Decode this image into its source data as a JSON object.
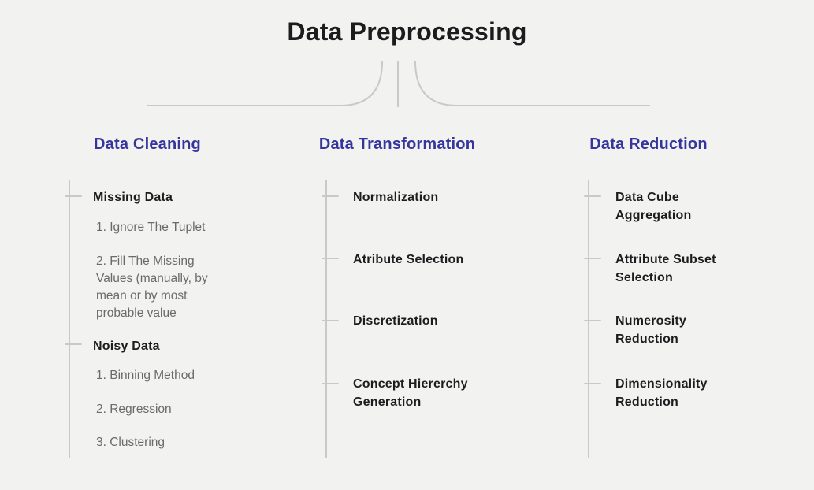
{
  "title": "Data Preprocessing",
  "colors": {
    "background": "#f2f2f1",
    "accent_heading": "#35359d",
    "line": "#c9c9c9",
    "text_dark": "#1d1d1f",
    "text_gray": "#6a6a6a"
  },
  "columns": [
    {
      "heading": "Data Cleaning",
      "items": [
        {
          "type": "bold",
          "text": "Missing Data"
        },
        {
          "type": "gray",
          "text": "1. Ignore The Tuplet"
        },
        {
          "type": "gray",
          "text": "2. Fill The Missing\nValues (manually, by\nmean or by most\nprobable value"
        },
        {
          "type": "bold",
          "text": "Noisy Data"
        },
        {
          "type": "gray",
          "text": "1. Binning Method"
        },
        {
          "type": "gray",
          "text": "2. Regression"
        },
        {
          "type": "gray",
          "text": "3. Clustering"
        }
      ]
    },
    {
      "heading": "Data Transformation",
      "items": [
        {
          "type": "bold",
          "text": "Normalization"
        },
        {
          "type": "bold",
          "text": "Atribute Selection"
        },
        {
          "type": "bold",
          "text": "Discretization"
        },
        {
          "type": "bold",
          "text": "Concept Hiererchy\nGeneration"
        }
      ]
    },
    {
      "heading": "Data Reduction",
      "items": [
        {
          "type": "bold",
          "text": "Data Cube\nAggregation"
        },
        {
          "type": "bold",
          "text": "Attribute Subset\nSelection"
        },
        {
          "type": "bold",
          "text": "Numerosity\nReduction"
        },
        {
          "type": "bold",
          "text": "Dimensionality\nReduction"
        }
      ]
    }
  ]
}
